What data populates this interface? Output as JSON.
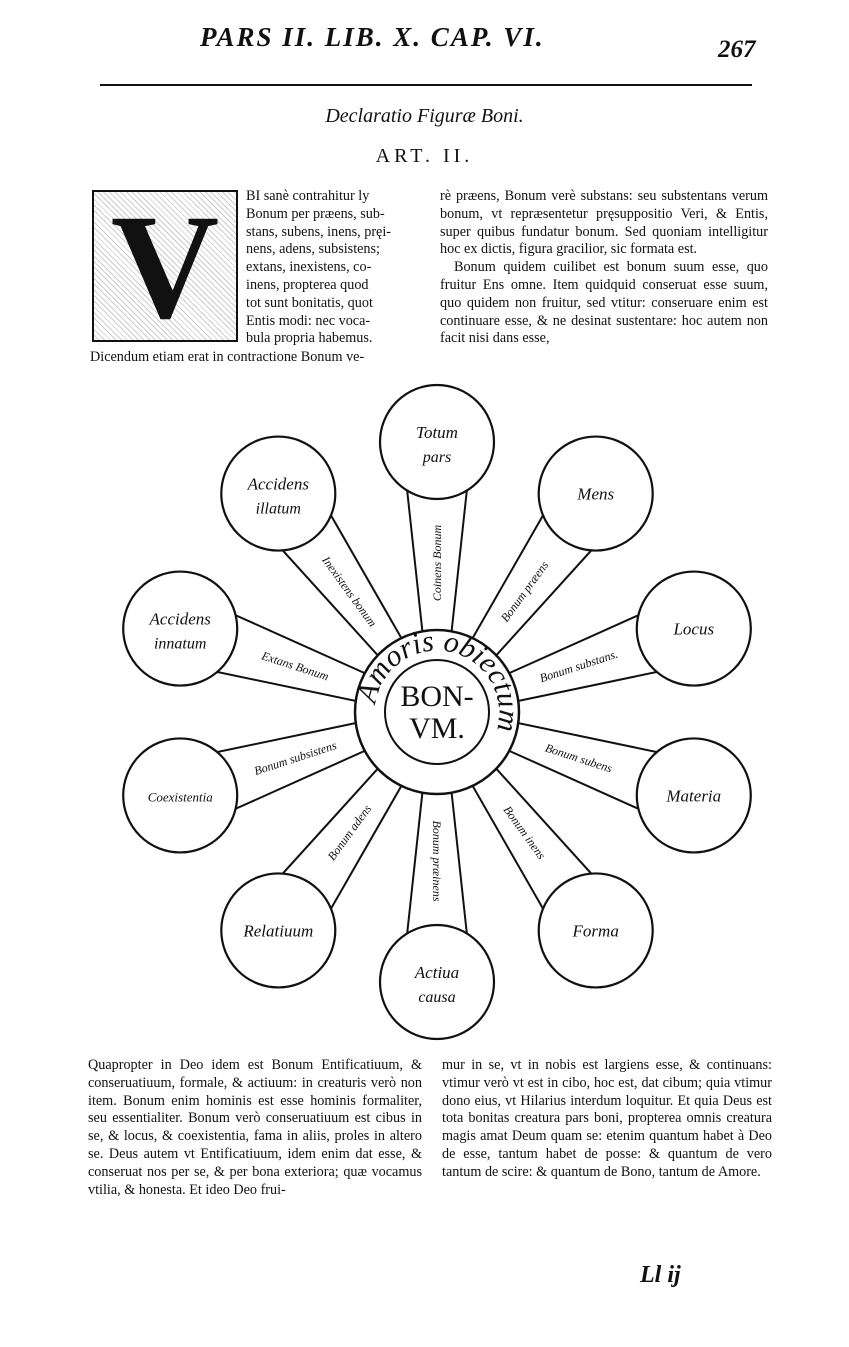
{
  "header": {
    "running_head": "PARS II. LIB. X. CAP. VI.",
    "page_number": "267"
  },
  "section": {
    "title": "Declaratio Figuræ Boni.",
    "art": "ART. II."
  },
  "dropcap": {
    "letter": "V"
  },
  "intro": {
    "wrap_lines": [
      "BI sanè contrahitur ly",
      "Bonum per præens, sub-",
      "stans, subens, inens, pręi-",
      "nens, adens, subsistens;",
      "extans, inexistens, co-",
      "inens, propterea quod",
      "tot sunt bonitatis, quot",
      "Entis modi: nec voca-",
      "bula propria habemus."
    ],
    "full_line": "Dicendum etiam erat in contractione Bonum ve-",
    "right_paragraphs": [
      "rè præens, Bonum verè substans: seu substentans verum bonum, vt repræsentetur pręsuppositio Veri, & Entis, super quibus fundatur bonum. Sed quoniam intelligitur hoc ex dictis, figura gracilior, sic formata est.",
      "Bonum quidem cuilibet est bonum suum esse, quo fruitur Ens omne. Item quidquid conseruat esse suum, quo quidem non fruitur, sed vtitur: conseruare enim est continuare esse, & ne desinat sustentare: hoc autem non facit nisi dans esse,"
    ]
  },
  "figure": {
    "center_line1": "BON-",
    "center_line2": "VM.",
    "ring_text": "Amoris obiectum",
    "circles": [
      {
        "label_line1": "Totum",
        "label_line2": "pars",
        "ray": "Coinens Bonum"
      },
      {
        "label_line1": "Mens",
        "label_line2": "",
        "ray": "Bonum præens"
      },
      {
        "label_line1": "Locus",
        "label_line2": "",
        "ray": "Bonum substans."
      },
      {
        "label_line1": "Materia",
        "label_line2": "",
        "ray": "Bonum subens"
      },
      {
        "label_line1": "Forma",
        "label_line2": "",
        "ray": "Bonum inens"
      },
      {
        "label_line1": "Actiua",
        "label_line2": "causa",
        "ray": "Bonum præinens"
      },
      {
        "label_line1": "Relatiuum",
        "label_line2": "",
        "ray": "Bonum adens"
      },
      {
        "label_line1": "Coexistentia",
        "label_line2": "",
        "ray": "Bonum subsistens"
      },
      {
        "label_line1": "Accidens",
        "label_line2": "innatum",
        "ray": "Extans Bonum"
      },
      {
        "label_line1": "Accidens",
        "label_line2": "illatum",
        "ray": "Inexistens bonum"
      }
    ]
  },
  "closing": {
    "left": "Quapropter in Deo idem est Bonum Entificatiuum, & conseruatiuum, formale, & actiuum: in creaturis verò non item. Bonum enim hominis est esse hominis formaliter, seu essentialiter. Bonum verò conseruatiuum est cibus in se, & locus, & coexistentia, fama in aliis, proles in altero se. Deus autem vt Entificatiuum, idem enim dat esse, & conseruat nos per se, & per bona exteriora; quæ vocamus vtilia, & honesta. Et ideo Deo frui-",
    "right": "mur in se, vt in nobis est largiens esse, & continuans: vtimur verò vt est in cibo, hoc est, dat cibum; quia vtimur dono eius, vt Hilarius interdum loquitur. Et quia Deus est tota bonitas creatura pars boni, propterea omnis creatura magis amat Deum quam se: etenim quantum habet à Deo de esse, tantum habet de posse: & quantum de vero tantum de scire: & quantum de Bono, tantum de Amore."
  },
  "signature": "Ll ij"
}
